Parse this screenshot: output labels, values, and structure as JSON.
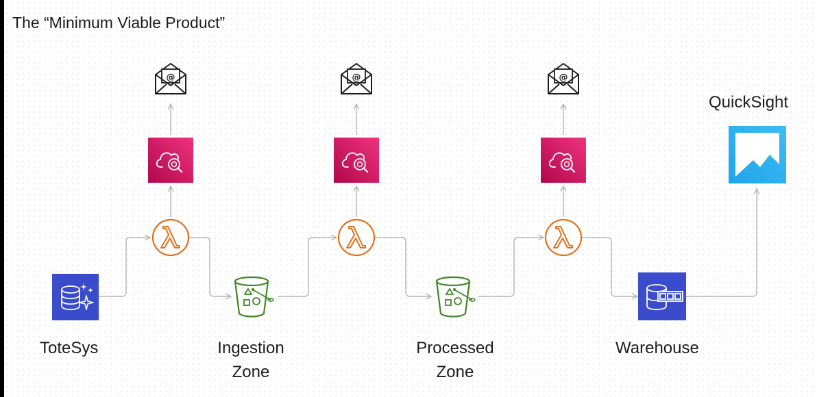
{
  "title": "The “Minimum Viable Product”",
  "nodes": {
    "totesys": {
      "label": "ToteSys"
    },
    "ingestion_zone": {
      "label_line1": "Ingestion",
      "label_line2": "Zone"
    },
    "processed_zone": {
      "label_line1": "Processed",
      "label_line2": "Zone"
    },
    "warehouse": {
      "label": "Warehouse"
    },
    "quicksight": {
      "label": "QuickSight"
    }
  },
  "icons": {
    "source": "database-sparkle-icon",
    "buckets": "s3-bucket-icon",
    "functions": "lambda-icon",
    "monitoring": "cloud-search-icon",
    "alerts": "email-icon",
    "warehouse": "database-table-icon",
    "dashboard": "quicksight-icon"
  },
  "colors": {
    "database_blue": "#3a4ccc",
    "lambda_orange": "#e0711c",
    "s3_green": "#3f8624",
    "monitoring_pink": "#d81e63",
    "quicksight_blue": "#27b0f0",
    "connector_grey": "#b4b4b4"
  }
}
